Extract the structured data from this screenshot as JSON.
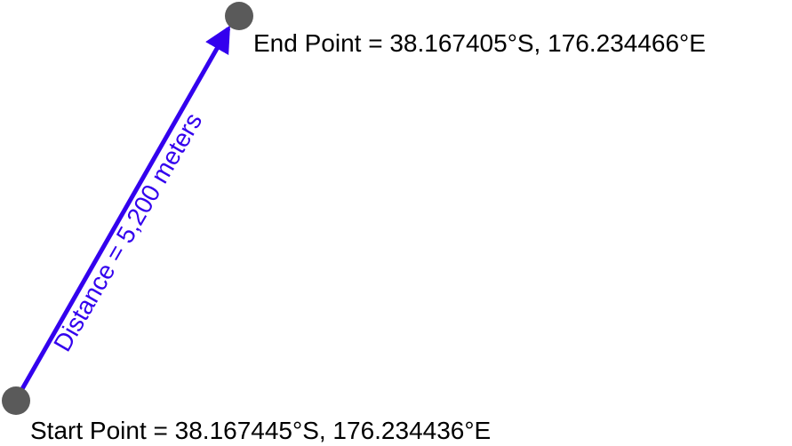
{
  "start_point": {
    "label": "Start Point = 38.167445°S, 176.234436°E"
  },
  "end_point": {
    "label": "End Point = 38.167405°S, 176.234466°E"
  },
  "distance": {
    "label": "Distance = 5,200 meters"
  },
  "colors": {
    "arrow": "#3300ee",
    "point": "#5a5a5a",
    "text": "#000000"
  }
}
